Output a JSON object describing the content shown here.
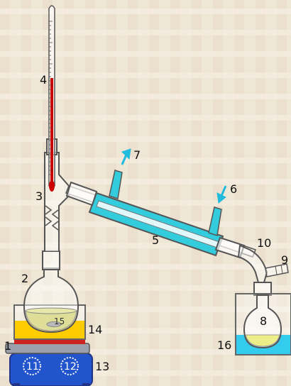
{
  "diagram": {
    "labels": {
      "l1": "1",
      "l2": "2",
      "l3": "3",
      "l4": "4",
      "l5": "5",
      "l6": "6",
      "l7": "7",
      "l8": "8",
      "l9": "9",
      "l10": "10",
      "l11": "11",
      "l12": "12",
      "l13": "13",
      "l14": "14",
      "l15": "15",
      "l16": "16"
    },
    "colors": {
      "background": "#efe7d6",
      "glass_outline": "#555555",
      "coolant": "#33ccdd",
      "coolant_arrow": "#22bbdd",
      "thermometer_mercury": "#cc0000",
      "heating_bath": "#ffcc00",
      "heater_body": "#2255cc",
      "hot_plate": "#cc2222",
      "ice_bath": "#33ccee",
      "distillate": "#eeee88",
      "still_liquid": "#dede99"
    }
  }
}
